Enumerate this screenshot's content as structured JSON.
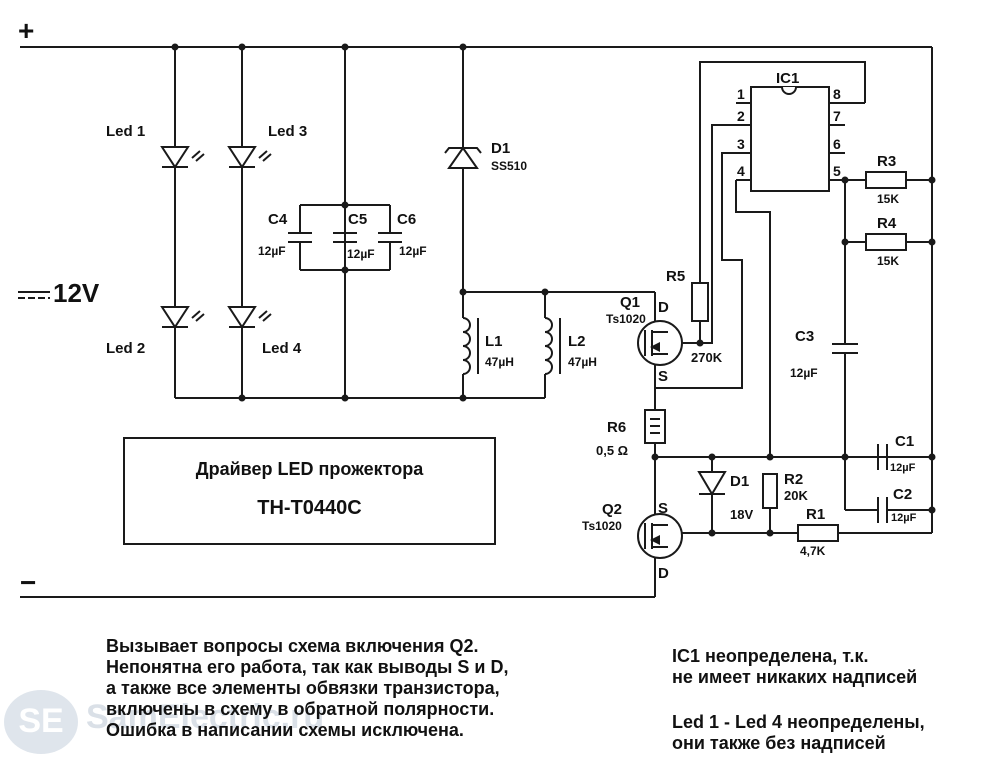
{
  "polarity": {
    "plus": "+",
    "minus": "−"
  },
  "supply": "12V",
  "leds": [
    "Led 1",
    "Led 2",
    "Led 3",
    "Led 4"
  ],
  "capacitors": {
    "c4": {
      "name": "C4",
      "value": "12µF"
    },
    "c5": {
      "name": "C5",
      "value": "12µF"
    },
    "c6": {
      "name": "C6",
      "value": "12µF"
    },
    "c1": {
      "name": "C1",
      "value": "12µF"
    },
    "c2": {
      "name": "C2",
      "value": "12µF"
    },
    "c3": {
      "name": "C3",
      "value": "12µF"
    }
  },
  "diodes": {
    "d1_top": {
      "name": "D1",
      "part": "SS510"
    },
    "d1_zener": {
      "name": "D1",
      "value": "18V"
    }
  },
  "inductors": {
    "l1": {
      "name": "L1",
      "value": "47µH"
    },
    "l2": {
      "name": "L2",
      "value": "47µH"
    }
  },
  "transistors": {
    "q1": {
      "name": "Q1",
      "part": "Ts1020",
      "pin_top": "D",
      "pin_bottom": "S"
    },
    "q2": {
      "name": "Q2",
      "part": "Ts1020",
      "pin_top": "S",
      "pin_bottom": "D"
    }
  },
  "resistors": {
    "r1": {
      "name": "R1",
      "value": "4,7K"
    },
    "r2": {
      "name": "R2",
      "value": "20K"
    },
    "r3": {
      "name": "R3",
      "value": "15K"
    },
    "r4": {
      "name": "R4",
      "value": "15K"
    },
    "r5": {
      "name": "R5",
      "value": "270K"
    },
    "r6": {
      "name": "R6",
      "value": "0,5 Ω"
    }
  },
  "ic": {
    "name": "IC1",
    "pins": [
      "1",
      "2",
      "3",
      "4",
      "5",
      "6",
      "7",
      "8"
    ]
  },
  "driver": {
    "title": "Драйвер LED прожектора",
    "model": "TH-T0440C"
  },
  "notes": {
    "q2_note": [
      "Вызывает вопросы схема включения Q2.",
      "Непонятна его работа, так как  выводы S и D,",
      "а также все элементы обвязки транзистора,",
      "включены в схему в обратной полярности.",
      "Ошибка в написании схемы исключена."
    ],
    "ic_note": [
      "IC1 неопределена, т.к.",
      "не имеет никаких надписей"
    ],
    "led_note": [
      "Led 1 - Led 4 неопределены,",
      "они также без надписей"
    ]
  },
  "watermark": {
    "badge": "SE",
    "site": "SamElectric.ru"
  }
}
